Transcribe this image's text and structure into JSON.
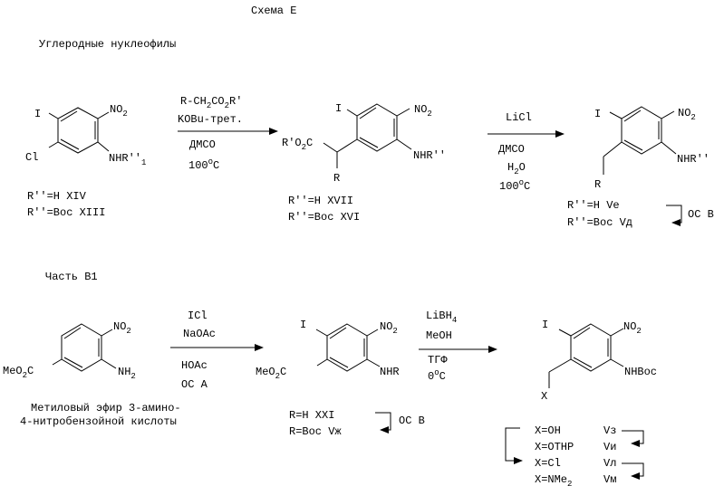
{
  "title": "Схема Е",
  "section1": {
    "heading": "Углеродные нуклеофилы",
    "mol1": {
      "sub_I": "I",
      "sub_Cl": "Cl",
      "sub_NO2": "NO",
      "sub_NO2_idx": "2",
      "sub_NH": "NHR''",
      "sub_NH_idx": "1",
      "label1": "R''=H XIV",
      "label2": "R''=Boc XIII"
    },
    "arrow1": {
      "reagent1": "R-CH",
      "reagent1_idx1": "2",
      "reagent1_mid": "CO",
      "reagent1_idx2": "2",
      "reagent1_end": "R'",
      "reagent2": "KOBu-трет.",
      "cond1": "ДМСО",
      "cond2_num": "100",
      "cond2_deg": "o",
      "cond2_unit": "C"
    },
    "mol2": {
      "sub_I": "I",
      "sub_NO2": "NO",
      "sub_NO2_idx": "2",
      "sub_NH": "NHR''",
      "sub_ester": "R'O",
      "sub_ester_idx": "2",
      "sub_ester_end": "C",
      "sub_R": "R",
      "label1": "R''=H XVII",
      "label2": "R''=Boc XVI"
    },
    "arrow2": {
      "reagent1": "LiCl",
      "cond1": "ДМСО",
      "cond2": "H",
      "cond2_idx": "2",
      "cond2_end": "O",
      "cond3_num": "100",
      "cond3_deg": "o",
      "cond3_unit": "C"
    },
    "mol3": {
      "sub_I": "I",
      "sub_NO2": "NO",
      "sub_NO2_idx": "2",
      "sub_NH": "NHR''",
      "sub_R": "R",
      "label1": "R''=H Ve",
      "label2": "R''=Boc Vд",
      "loop_label": "ОС В"
    }
  },
  "section2": {
    "heading": "Часть В1",
    "mol4": {
      "sub_NO2": "NO",
      "sub_NO2_idx": "2",
      "sub_NH2": "NH",
      "sub_NH2_idx": "2",
      "sub_ester": "MeO",
      "sub_ester_idx": "2",
      "sub_ester_end": "C",
      "caption1": "Метиловый эфир 3-амино-",
      "caption2": "4-нитробензойной кислоты"
    },
    "arrow3": {
      "reagent1": "ICl",
      "reagent2": "NaOAc",
      "cond1": "HOAc",
      "cond2": "ОС А"
    },
    "mol5": {
      "sub_I": "I",
      "sub_NO2": "NO",
      "sub_NO2_idx": "2",
      "sub_NH": "NHR",
      "sub_ester": "MeO",
      "sub_ester_idx": "2",
      "sub_ester_end": "C",
      "label1": "R=H XXI",
      "label2": "R=Boc Vж",
      "loop_label": "ОС В"
    },
    "arrow4": {
      "reagent1": "LiBH",
      "reagent1_idx": "4",
      "reagent2": "MeOH",
      "cond1": "ТГФ",
      "cond2_num": "0",
      "cond2_deg": "o",
      "cond2_unit": "C"
    },
    "mol6": {
      "sub_I": "I",
      "sub_NO2": "NO",
      "sub_NO2_idx": "2",
      "sub_NH": "NHBoc",
      "sub_X": "X",
      "list": [
        {
          "x": "X=OH",
          "code": "Vз"
        },
        {
          "x": "X=OTHP",
          "code": "Vи"
        },
        {
          "x": "X=Cl",
          "code": "Vл"
        },
        {
          "x": "X=NMe",
          "x_idx": "2",
          "code": "Vм"
        }
      ]
    }
  }
}
